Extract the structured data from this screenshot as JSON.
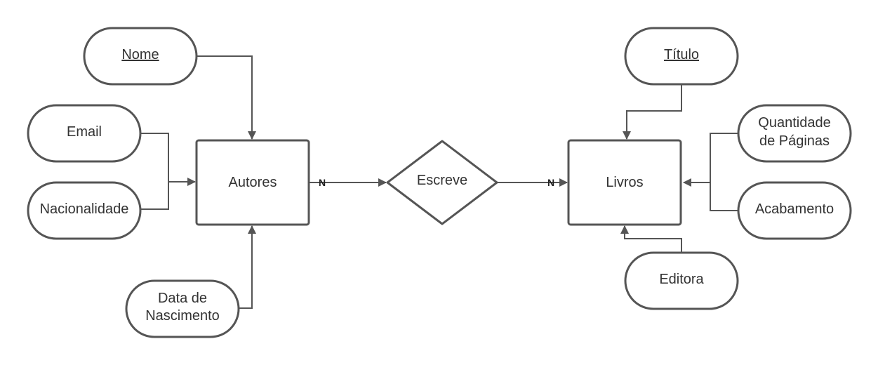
{
  "diagram": {
    "entities": {
      "autores": "Autores",
      "livros": "Livros"
    },
    "relationship": "Escreve",
    "cardinality": {
      "autores_side": "N",
      "livros_side": "N"
    },
    "attributes": {
      "nome": "Nome",
      "email": "Email",
      "nacionalidade": "Nacionalidade",
      "data_nascimento": [
        "Data de",
        "Nascimento"
      ],
      "titulo": "Título",
      "quantidade_paginas": [
        "Quantidade",
        "de Páginas"
      ],
      "acabamento": "Acabamento",
      "editora": "Editora"
    },
    "key_attributes": [
      "Nome",
      "Título"
    ],
    "colors": {
      "stroke": "#555555",
      "text": "#333333",
      "background": "#ffffff"
    }
  }
}
